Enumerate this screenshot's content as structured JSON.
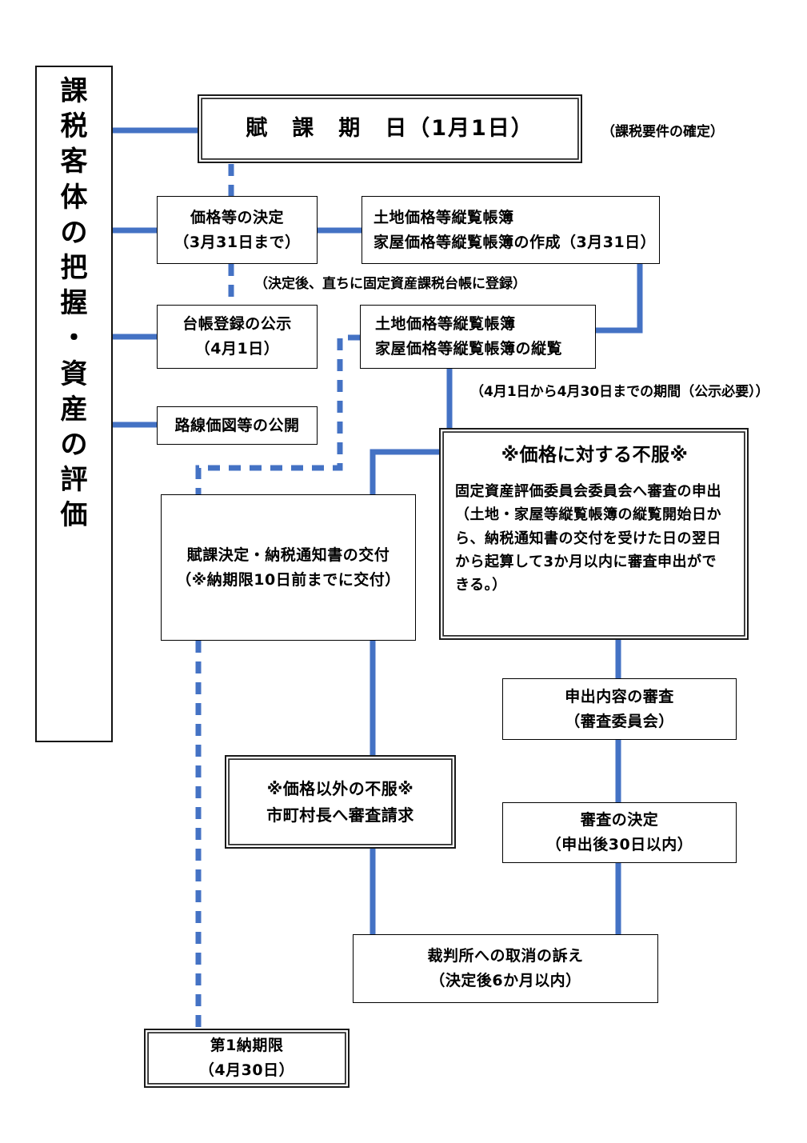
{
  "meta": {
    "diagram_title": "固定資産税の賦課・不服申立てフロー",
    "accent_color": "#4472C4",
    "line_color": "#000000",
    "background": "#ffffff"
  },
  "banner": {
    "text": "課税客体の把握・資産の評価",
    "chars": [
      "課",
      "税",
      "客",
      "体",
      "の",
      "把",
      "握",
      "・",
      "資",
      "産",
      "の",
      "評",
      "価"
    ]
  },
  "nodes": {
    "assessment_date": {
      "id": "assessment-date",
      "style": "framed",
      "lines": [
        "賦　課　期　日（1月1日）"
      ]
    },
    "price_decision": {
      "id": "price-decision",
      "style": "plain",
      "lines": [
        "価格等の決定",
        "（3月31日まで）"
      ]
    },
    "ledger_creation": {
      "id": "ledger-creation",
      "style": "plain",
      "lines": [
        "土地価格等縦覧帳簿",
        "家屋価格等縦覧帳簿の作成（3月31日）"
      ]
    },
    "ledger_notice": {
      "id": "ledger-registration-notice",
      "style": "plain",
      "lines": [
        "台帳登録の公示",
        "（4月1日）"
      ]
    },
    "ledger_inspection": {
      "id": "ledger-inspection",
      "style": "plain",
      "lines": [
        "土地価格等縦覧帳簿",
        "家屋価格等縦覧帳簿の縦覧"
      ]
    },
    "route_price_map": {
      "id": "route-price-map-disclosure",
      "style": "plain",
      "lines": [
        "路線価図等の公開"
      ]
    },
    "tax_notice": {
      "id": "tax-decision-notice",
      "style": "plain",
      "lines": [
        "賦課決定・納税通知書の交付",
        "（※納期限10日前までに交付）"
      ]
    },
    "price_objection": {
      "id": "price-objection",
      "style": "framed",
      "heading": "※価格に対する不服※",
      "body": "固定資産評価委員会委員会へ審査の申出（土地・家屋等縦覧帳簿の縦覧開始日から、納税通知書の交付を受けた日の翌日から起算して3か月以内に審査申出ができる。）",
      "body_lines": [
        "固定資産評価委員会委員会へ審査の申出",
        "（土地・家屋等縦覧帳簿の縦覧開始日か",
        "ら、納税通知書の交付を受けた日の翌日",
        "から起算して3か月以内に審査申出がで",
        "きる。）"
      ]
    },
    "non_price_objection": {
      "id": "non-price-objection",
      "style": "framed",
      "lines": [
        "※価格以外の不服※",
        "市町村長へ審査請求"
      ]
    },
    "review_content": {
      "id": "review-of-application",
      "style": "plain",
      "lines": [
        "申出内容の審査",
        "（審査委員会）"
      ]
    },
    "review_decision": {
      "id": "review-decision",
      "style": "plain",
      "lines": [
        "審査の決定",
        "（申出後30日以内）"
      ]
    },
    "court_suit": {
      "id": "court-revocation-suit",
      "style": "plain",
      "lines": [
        "裁判所への取消の訴え",
        "（決定後6か月以内）"
      ]
    },
    "first_due_date": {
      "id": "first-payment-due-date",
      "style": "framed",
      "lines": [
        "第1納期限",
        "（4月30日）"
      ]
    }
  },
  "annotations": {
    "taxation_requirement": "（課税要件の確定）",
    "register_immediately": "（決定後、直ちに固定資産課税台帳に登録）",
    "inspection_period": "（4月1日から4月30日までの期間（公示必要））"
  }
}
